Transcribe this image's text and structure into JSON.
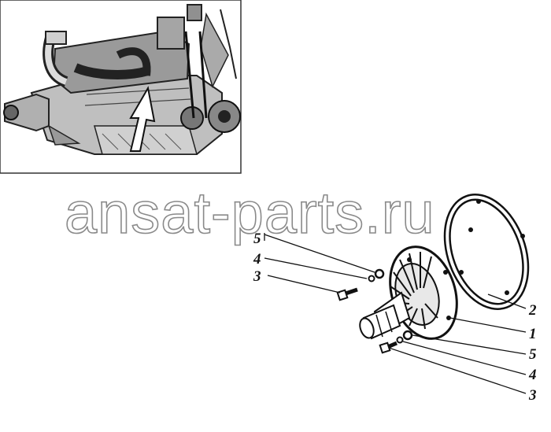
{
  "watermark": {
    "text": "ansat-parts.ru"
  },
  "callouts": {
    "left_5": "5",
    "left_4": "4",
    "left_3": "3",
    "right_2": "2",
    "right_1": "1",
    "right_5": "5",
    "right_4": "4",
    "right_3": "3"
  },
  "colors": {
    "ink": "#111111",
    "watermark_outline": "#8a8a8a",
    "background": "#ffffff"
  }
}
